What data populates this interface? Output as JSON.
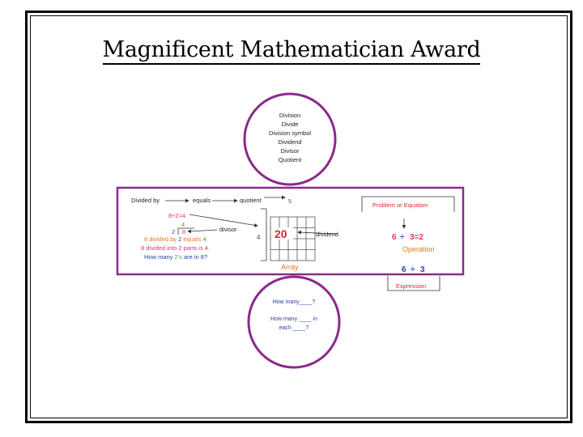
{
  "title": "Magnificent Mathematician Award",
  "colors": {
    "purple": "#8b2a8c",
    "pink": "#e0317f",
    "orange": "#e07a1a",
    "red": "#d6282e",
    "blue": "#2b3fa3",
    "green": "#46a03a"
  },
  "top_circle": {
    "lines": [
      "Division",
      "Divide",
      "Division symbol",
      "Dividend",
      "Divisor",
      "Quotient"
    ]
  },
  "left": {
    "divided_by": "Divided by",
    "equals": "equals",
    "quotient": "quotient",
    "quotient_value": "5",
    "eq_top": "8÷2=4",
    "ld_quotient": "4",
    "ld_divisor": "2",
    "ld_dividend": "8",
    "divisor_label": "divisor",
    "divisor_value": "4",
    "dividend_label": "dividend",
    "s1": [
      "8 divided by ",
      "2",
      " equals ",
      "4"
    ],
    "s2": "8 divided into 2 parts is 4.",
    "s3": [
      "How many ",
      "2's",
      " are in 8?"
    ],
    "array_value": "20",
    "array_label": "Array"
  },
  "right": {
    "problem": "Problem or Equation",
    "eq_left": "6",
    "eq_div": "÷",
    "eq_right": "3=2",
    "operation": "Operation",
    "expr_left": "6",
    "expr_div": "÷",
    "expr_right": "3",
    "expression": "Expression"
  },
  "bottom_circle": {
    "q1": "How many____?",
    "q2a": "How many ____ in",
    "q2b": "each ____?"
  }
}
